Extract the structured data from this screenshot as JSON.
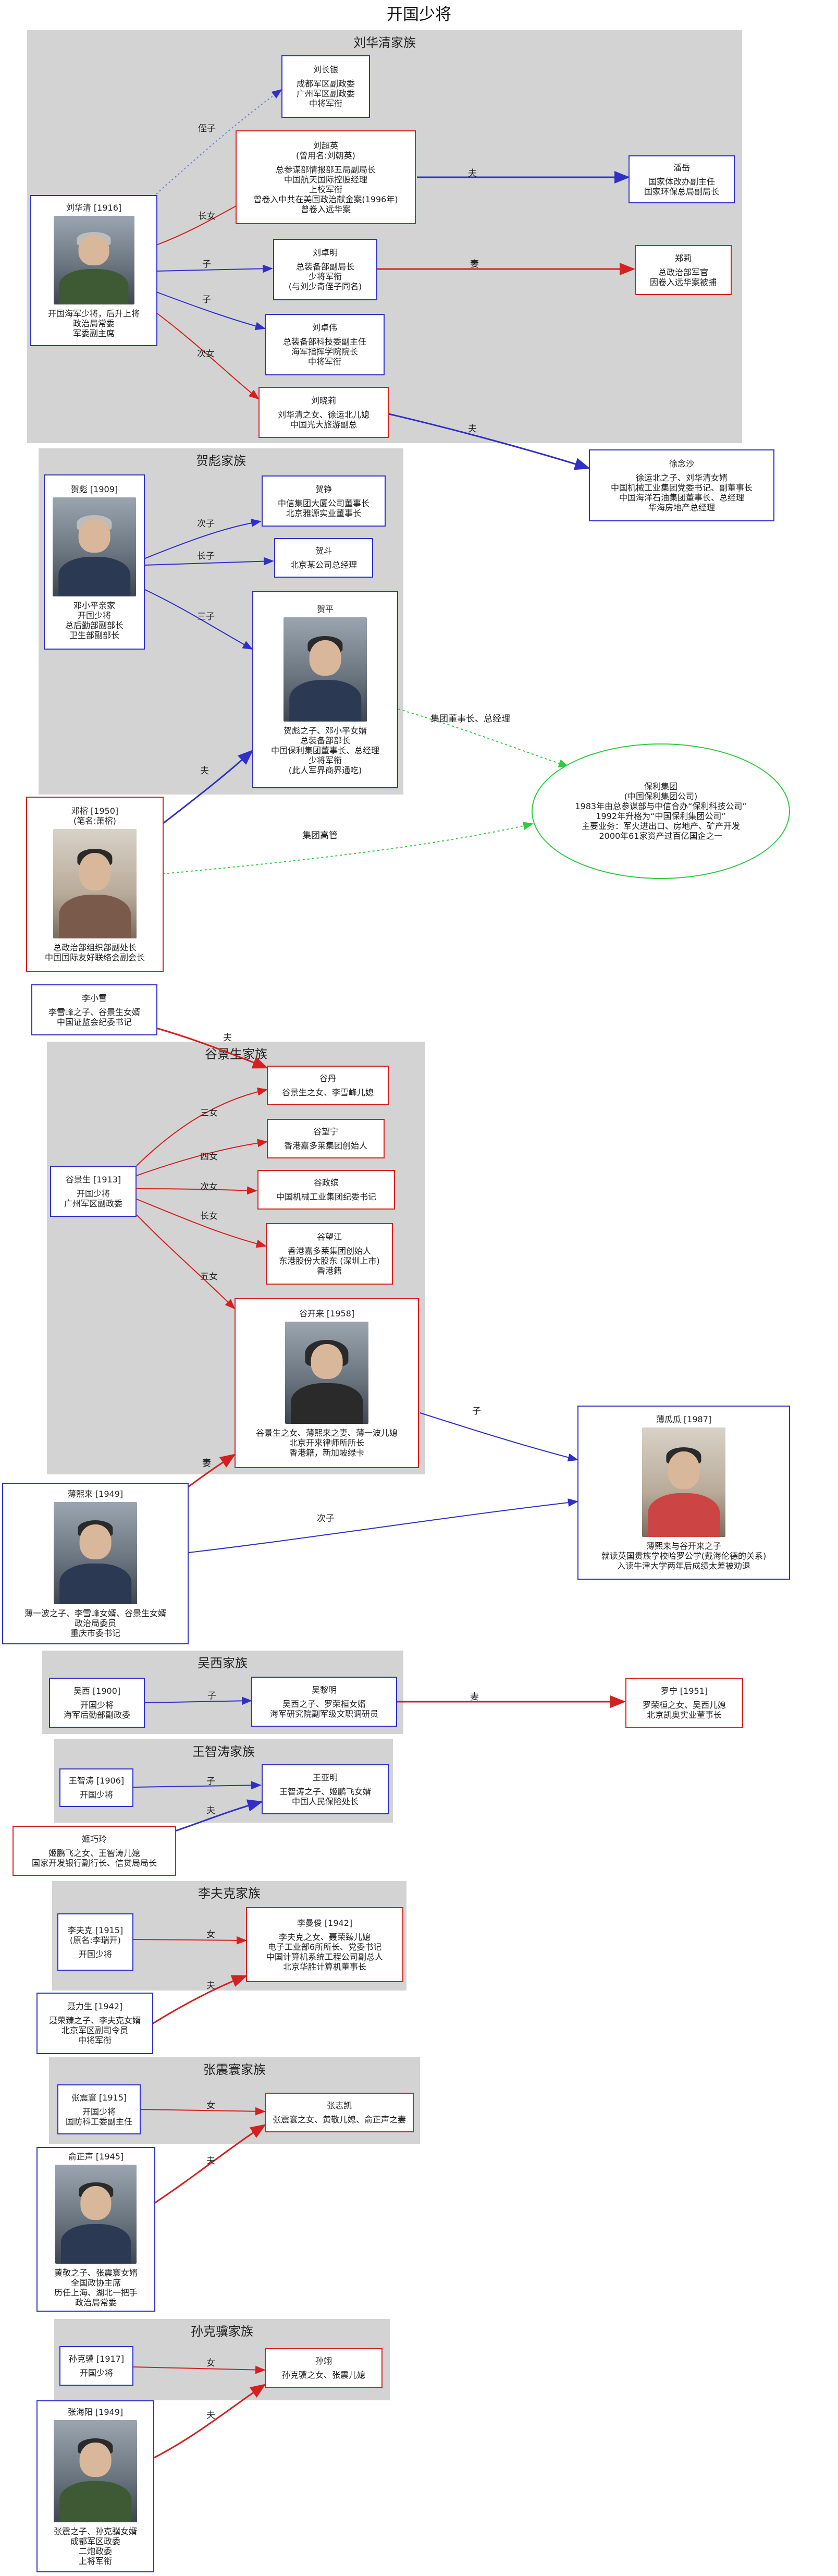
{
  "title": "开国少将",
  "clusters": {
    "liu": "刘华清家族",
    "he": "贺彪家族",
    "gu": "谷景生家族",
    "wu": "吴西家族",
    "wang": "王智涛家族",
    "li": "李夫克家族",
    "zhang": "张震寰家族",
    "sun": "孙克骥家族"
  },
  "nodes": {
    "liu_changyin": [
      "刘长银",
      "成都军区副政委",
      "广州军区副政委",
      "中将军衔"
    ],
    "liu_chaoying": [
      "刘超英",
      "(曾用名:刘朝英)",
      "",
      "总参谋部情报部五局副局长",
      "中国航天国际控股经理",
      "上校军衔",
      "曾卷入中共在美国政治献金案(1996年)",
      "曾卷入远华案"
    ],
    "pan_yue": [
      "潘岳",
      "国家体改办副主任",
      "国家环保总局副局长"
    ],
    "liu_huaqing": [
      "刘华清 [1916]",
      "开国海军少将，后升上将",
      "政治局常委",
      "军委副主席"
    ],
    "liu_zhuoming": [
      "刘卓明",
      "总装备部副局长",
      "少将军衔",
      "(与刘少奇侄子同名)"
    ],
    "zheng_li": [
      "郑莉",
      "总政治部军官",
      "因卷入远华案被捕"
    ],
    "liu_zhuowei": [
      "刘卓伟",
      "总装备部科技委副主任",
      "海军指挥学院院长",
      "中将军衔"
    ],
    "liu_xiaoli": [
      "刘晓莉",
      "刘华清之女、徐运北儿媳",
      "中国光大旅游副总"
    ],
    "xu_niansha": [
      "徐念沙",
      "徐运北之子、刘华清女婿",
      "中国机械工业集团党委书记、副董事长",
      "中国海洋石油集团董事长、总经理",
      "华海房地产总经理"
    ],
    "he_biao": [
      "贺彪 [1909]",
      "邓小平亲家",
      "开国少将",
      "总后勤部副部长",
      "卫生部副部长"
    ],
    "he_zheng": [
      "贺铮",
      "中信集团大厦公司董事长",
      "北京雅源实业董事长"
    ],
    "he_dou": [
      "贺斗",
      "北京某公司总经理"
    ],
    "he_ping": [
      "贺平",
      "贺彪之子、邓小平女婿",
      "总装备部部长",
      "中国保利集团董事长、总经理",
      "少将军衔",
      "(此人军界商界通吃)"
    ],
    "deng_rong": [
      "邓榕 [1950]",
      "(笔名:萧榕)",
      "总政治部组织部副处长",
      "中国国际友好联络会副会长"
    ],
    "poly": [
      "保利集团",
      "(中国保利集团公司)",
      "1983年由总参谋部与中信合办“保利科技公司”",
      "1992年升格为“中国保利集团公司”",
      "主要业务：军火进出口、房地产、矿产开发",
      "2000年61家资产过百亿国企之一"
    ],
    "li_xiaoxue": [
      "李小雪",
      "李雪峰之子、谷景生女婿",
      "中国证监会纪委书记"
    ],
    "gu_dan": [
      "谷丹",
      "谷景生之女、李雪峰儿媳"
    ],
    "gu_wangning": [
      "谷望宁",
      "香港嘉多莱集团创始人"
    ],
    "gu_jingsheng": [
      "谷景生 [1913]",
      "开国少将",
      "广州军区副政委"
    ],
    "gu_zhengbin": [
      "谷政缤",
      "中国机械工业集团纪委书记"
    ],
    "gu_wangjiang": [
      "谷望江",
      "香港嘉多莱集团创始人",
      "东港股份大股东 (深圳上市)",
      "香港籍"
    ],
    "gu_kailai": [
      "谷开来 [1958]",
      "谷景生之女、薄熙来之妻、薄一波儿媳",
      "北京开来律师所所长",
      "香港籍，新加坡绿卡"
    ],
    "bo_xilai": [
      "薄熙来 [1949]",
      "薄一波之子、李雪峰女婿、谷景生女婿",
      "政治局委员",
      "重庆市委书记"
    ],
    "bo_guagua": [
      "薄瓜瓜 [1987]",
      "薄熙来与谷开来之子",
      "就读英国贵族学校哈罗公学(戴海伦德的关系)",
      "入读牛津大学两年后成绩太差被劝退"
    ],
    "wu_xi": [
      "吴西 [1900]",
      "开国少将",
      "海军后勤部副政委"
    ],
    "wu_liming": [
      "吴黎明",
      "吴西之子、罗荣桓女婿",
      "海军研究院副军级文职调研员"
    ],
    "luo_ning": [
      "罗宁 [1951]",
      "罗荣桓之女、吴西儿媳",
      "北京凯奥实业董事长"
    ],
    "wang_zhitao": [
      "王智涛 [1906]",
      "开国少将"
    ],
    "wang_yanming": [
      "王亚明",
      "王智涛之子、姬鹏飞女婿",
      "中国人民保险处长"
    ],
    "ji_qiaoling": [
      "姬巧玲",
      "姬鹏飞之女、王智涛儿媳",
      "国家开发银行副行长、信贷局局长"
    ],
    "li_fuke": [
      "李夫克 [1915]",
      "(原名:李瑞开)",
      "开国少将"
    ],
    "li_manjun": [
      "李曼俊 [1942]",
      "李夫克之女、聂荣臻儿媳",
      "电子工业部6所所长、党委书记",
      "中国计算机系统工程公司副总人",
      "北京华胜计算机董事长"
    ],
    "nie_li": [
      "聂力生 [1942]",
      "聂荣臻之子、李夫克女婿",
      "北京军区副司令员",
      "中将军衔"
    ],
    "zhang_zhenhuan": [
      "张震寰 [1915]",
      "开国少将",
      "国防科工委副主任"
    ],
    "zhang_zhikai": [
      "张志凯",
      "张震寰之女、黄敬儿媳、俞正声之妻"
    ],
    "yu_zhengsheng": [
      "俞正声 [1945]",
      "黄敬之子、张震寰女婿",
      "全国政协主席",
      "历任上海、湖北一把手",
      "政治局常委"
    ],
    "sun_keji": [
      "孙克骥 [1917]",
      "开国少将"
    ],
    "sun_yi": [
      "孙翊",
      "孙克骥之女、张震儿媳"
    ],
    "zhang_haiyang": [
      "张海阳 [1949]",
      "张震之子、孙克骥女婿",
      "成都军区政委",
      "二炮政委",
      "上将军衔"
    ]
  },
  "edges": {
    "nephew": "侄子",
    "eldest_son": "长女",
    "son": "子",
    "husband": "夫",
    "wife": "妻",
    "second_daughter": "次女",
    "second_son": "次子",
    "eldest": "长子",
    "third_son": "三子",
    "third_daughter": "三女",
    "fourth_daughter": "四女",
    "second_daughter2": "次女",
    "eldest_daughter": "长女",
    "fifth_daughter": "五女",
    "daughter": "女",
    "group_chairman": "集团董事长、总经理",
    "group_exec": "集团高管"
  }
}
